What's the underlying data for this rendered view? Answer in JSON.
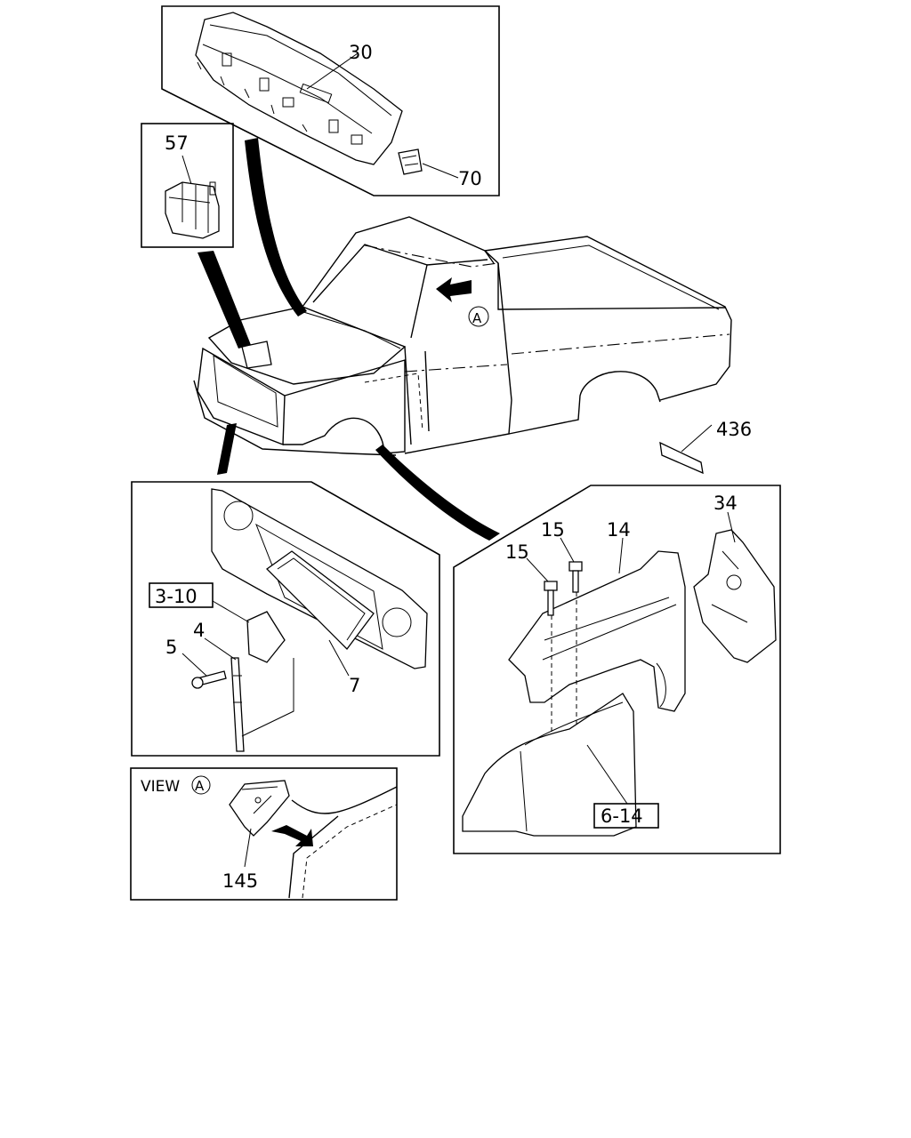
{
  "diagram": {
    "labels": {
      "cowl_panel": "30",
      "cowl_clip": "70",
      "relay_box": "57",
      "front_panel_ref": "3-10",
      "support_bracket": "4",
      "bolt_lower": "5",
      "radiator_support": "7",
      "fender_bolt_left": "15",
      "fender_bolt_right": "15",
      "front_fender": "14",
      "fender_apron": "34",
      "splash_shield_ref": "6-14",
      "weatherstrip": "436",
      "cab_bracket": "145",
      "view_marker": "A",
      "view_title": "VIEW"
    }
  }
}
